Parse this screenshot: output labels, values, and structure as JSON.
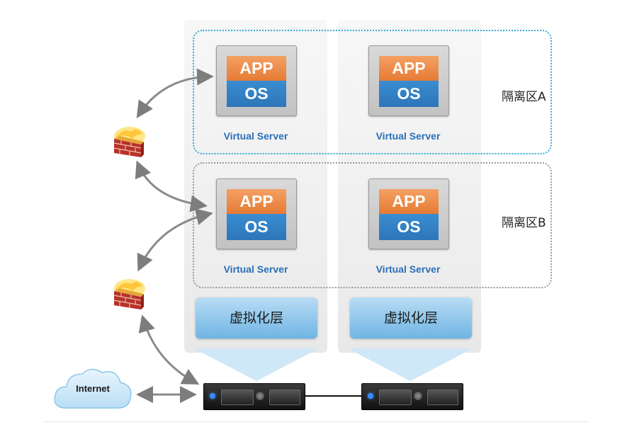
{
  "zones": [
    {
      "label": "隔离区A"
    },
    {
      "label": "隔离区B"
    }
  ],
  "servers": [
    {
      "app": "APP",
      "os": "OS",
      "caption": "Virtual Server"
    },
    {
      "app": "APP",
      "os": "OS",
      "caption": "Virtual Server"
    },
    {
      "app": "APP",
      "os": "OS",
      "caption": "Virtual Server"
    },
    {
      "app": "APP",
      "os": "OS",
      "caption": "Virtual Server"
    }
  ],
  "virtualization_layers": [
    {
      "label": "虚拟化层"
    },
    {
      "label": "虚拟化层"
    }
  ],
  "internet": {
    "label": "Internet"
  },
  "colors": {
    "app": "#e57b34",
    "os": "#2d76b8",
    "caption": "#2a6fb6",
    "zone_a_border": "#34a8d8",
    "zone_b_border": "#9a9a9a",
    "layer": "#6fb5e3"
  },
  "icons": [
    "firewall-icon",
    "cloud-icon",
    "server-icon",
    "double-arrow-icon"
  ]
}
